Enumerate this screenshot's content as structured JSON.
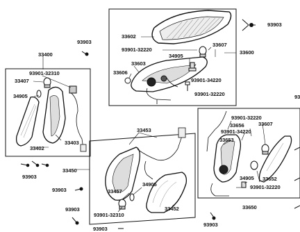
{
  "groups": {
    "top_right": {
      "assembly": "33600",
      "parts": {
        "lens": "33602",
        "socket_a": "93901-32220",
        "bulb_a": "33607",
        "bulb_b": "34905",
        "housing": "33603",
        "gasket": "33606",
        "socket_b": "93901-34220",
        "socket_c": "93901-32220"
      }
    },
    "left": {
      "assembly": "33400",
      "parts": {
        "socket": "93901-32310",
        "bulb_a": "33407",
        "bulb_b": "34905",
        "lens": "33402",
        "housing": "33403"
      }
    },
    "bottom_center": {
      "assembly": "33450",
      "parts": {
        "housing": "33453",
        "bulb_b": "34905",
        "bulb_a": "33457",
        "socket": "93901-32310",
        "lens": "33452"
      }
    },
    "right": {
      "assembly": "33650",
      "parts": {
        "socket_a": "93901-32220",
        "gasket": "33656",
        "bulb_a": "33607",
        "socket_b": "93901-34220",
        "housing": "33653",
        "bulb_b": "34905",
        "lens": "33652",
        "socket_c": "93901-32220"
      }
    }
  },
  "screws": {
    "top_right": "93903",
    "top_left": "93903",
    "left_bottom": "93903",
    "mid_left": "93903",
    "bottom_left": "93903",
    "bottom_cut": "93903",
    "bottom_right": "93903",
    "edge_right": "93"
  }
}
